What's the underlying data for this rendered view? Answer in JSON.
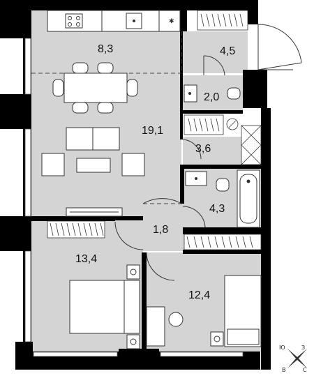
{
  "rooms": [
    {
      "id": "kitchen",
      "area_label": "8,3"
    },
    {
      "id": "hall",
      "area_label": "4,5"
    },
    {
      "id": "wc",
      "area_label": "2,0"
    },
    {
      "id": "living",
      "area_label": "19,1"
    },
    {
      "id": "storage",
      "area_label": "3,6"
    },
    {
      "id": "bathroom",
      "area_label": "4,3"
    },
    {
      "id": "corridor",
      "area_label": "1,8"
    },
    {
      "id": "bedroom-1",
      "area_label": "13,4"
    },
    {
      "id": "bedroom-2",
      "area_label": "12,4"
    }
  ],
  "compass": {
    "north": "С",
    "south": "Ю",
    "east": "В",
    "west": "З"
  },
  "colors": {
    "wall": "#000000",
    "room_fill": "#d4d4d4",
    "furniture_fill": "#ffffff",
    "line": "#333333"
  }
}
